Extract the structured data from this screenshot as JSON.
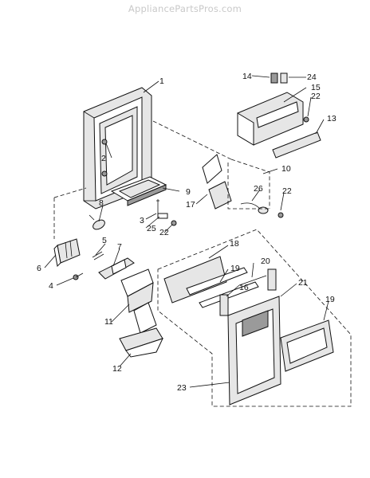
{
  "watermark": "AppliancePartsPros.com",
  "callouts": {
    "c1": "1",
    "c2": "2",
    "c3": "3",
    "c4": "4",
    "c5": "5",
    "c6": "6",
    "c7": "7",
    "c8": "8",
    "c9": "9",
    "c10": "10",
    "c11": "11",
    "c12": "12",
    "c13": "13",
    "c14": "14",
    "c15": "15",
    "c16": "16",
    "c17": "17",
    "c18": "18",
    "c19a": "19",
    "c19b": "19",
    "c20": "20",
    "c21": "21",
    "c22a": "22",
    "c22b": "22",
    "c22c": "22",
    "c23": "23",
    "c24": "24",
    "c25": "25",
    "c26": "26"
  }
}
